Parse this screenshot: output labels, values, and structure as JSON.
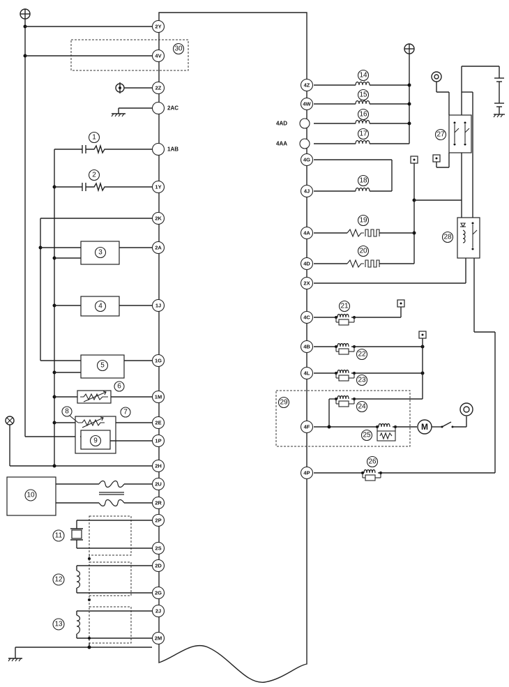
{
  "pcm_pins": {
    "p2Y": "2Y",
    "p4V": "4V",
    "p2Z": "2Z",
    "p2AC": "2AC",
    "p1AB": "1AB",
    "p1Y": "1Y",
    "p2K": "2K",
    "p2A": "2A",
    "p1J": "1J",
    "p1G": "1G",
    "p1M": "1M",
    "p2E": "2E",
    "p1P": "1P",
    "p2H": "2H",
    "p2U": "2U",
    "p2R": "2R",
    "p2P": "2P",
    "p2S": "2S",
    "p2D": "2D",
    "p2G": "2G",
    "p2J": "2J",
    "p2M": "2M",
    "p4Z": "4Z",
    "p4W": "4W",
    "p4AD": "4AD",
    "p4AA": "4AA",
    "p4G": "4G",
    "p4J": "4J",
    "p4A": "4A",
    "p4D": "4D",
    "p2X": "2X",
    "p4C": "4C",
    "p4B": "4B",
    "p4L": "4L",
    "p4F": "4F",
    "p4P": "4P"
  },
  "component_numbers": {
    "n1": "1",
    "n2": "2",
    "n3": "3",
    "n4": "4",
    "n5": "5",
    "n6": "6",
    "n7": "7",
    "n8": "8",
    "n9": "9",
    "n10": "10",
    "n11": "11",
    "n12": "12",
    "n13": "13",
    "n14": "14",
    "n15": "15",
    "n16": "16",
    "n17": "17",
    "n18": "18",
    "n19": "19",
    "n20": "20",
    "n21": "21",
    "n22": "22",
    "n23": "23",
    "n24": "24",
    "n25": "25",
    "n26": "26",
    "n27": "27",
    "n28": "28",
    "n29": "29",
    "n30": "30"
  },
  "motor_symbol": "M"
}
